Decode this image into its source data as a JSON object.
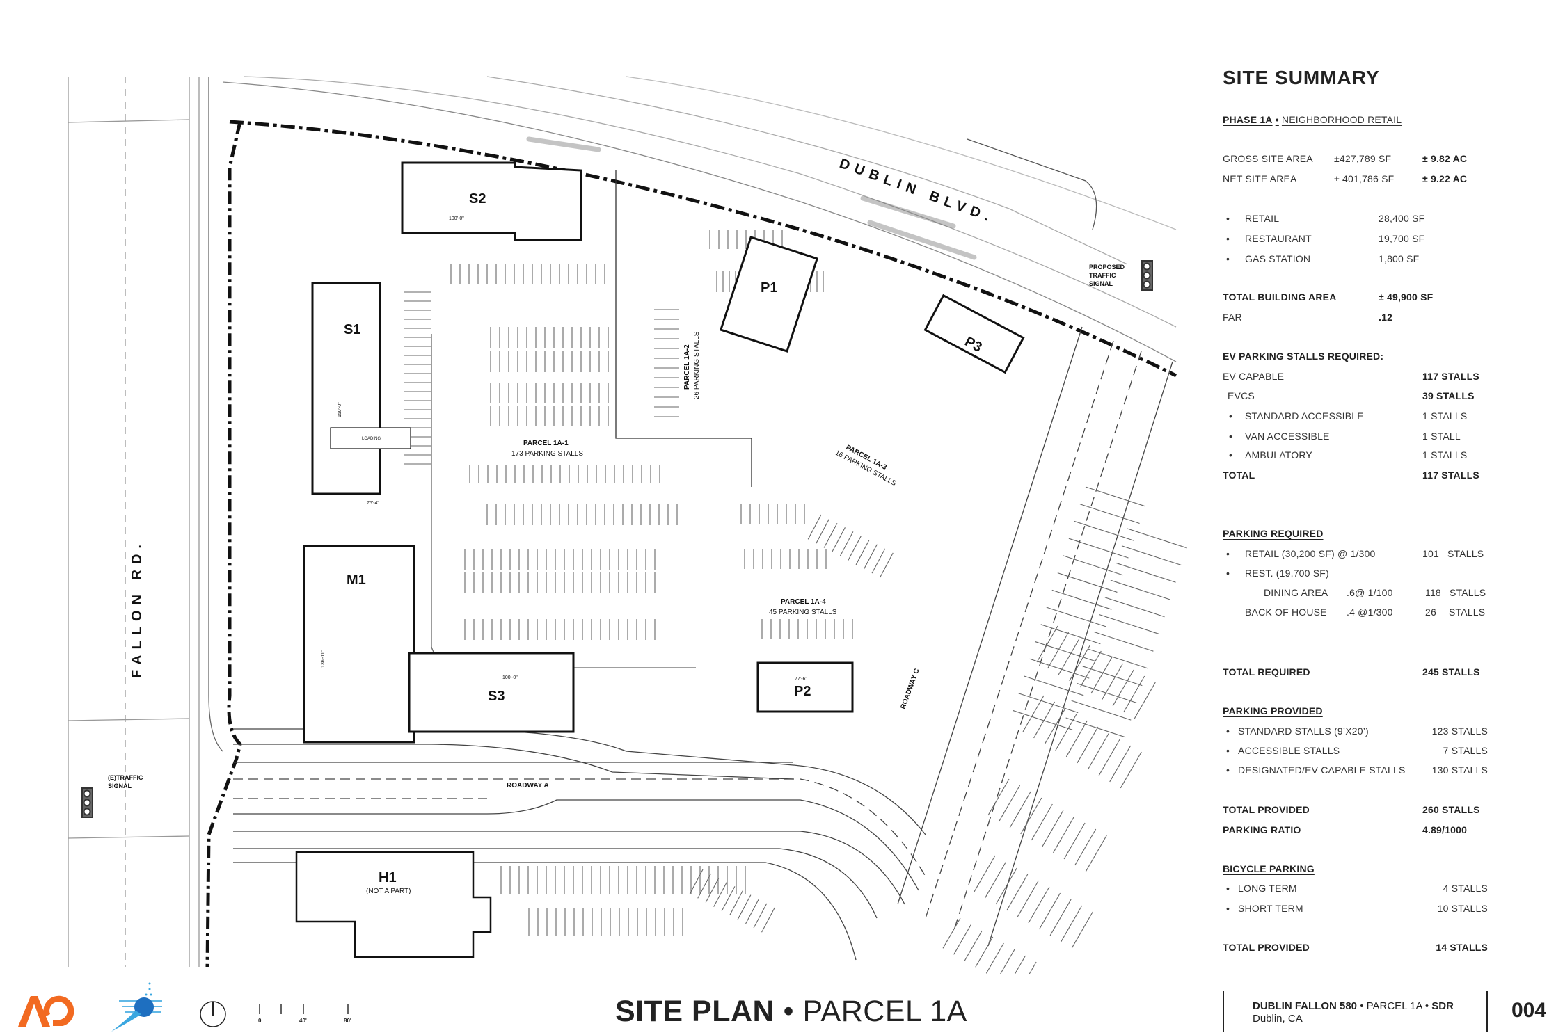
{
  "summary": {
    "title": "SITE SUMMARY",
    "phase": {
      "bold": "PHASE 1A",
      "sep": "•",
      "rest": "NEIGHBORHOOD RETAIL"
    },
    "areas": [
      {
        "label": "GROSS SITE AREA",
        "sf": "±427,789 SF",
        "ac": "± 9.82 AC"
      },
      {
        "label": "NET SITE AREA",
        "sf": "± 401,786 SF",
        "ac": "± 9.22 AC"
      }
    ],
    "uses": [
      {
        "label": "RETAIL",
        "value": "28,400 SF"
      },
      {
        "label": "RESTAURANT",
        "value": "19,700 SF"
      },
      {
        "label": "GAS STATION",
        "value": "1,800 SF"
      }
    ],
    "total_building": {
      "label": "TOTAL BUILDING AREA",
      "value": "± 49,900 SF"
    },
    "far": {
      "label": "FAR",
      "value": ".12"
    },
    "ev": {
      "heading": "EV PARKING STALLS REQUIRED:",
      "capable": {
        "label": "EV CAPABLE",
        "value": "117 STALLS"
      },
      "evcs": {
        "label": "EVCS",
        "value": "39 STALLS"
      },
      "items": [
        {
          "label": "STANDARD ACCESSIBLE",
          "value": "1 STALLS"
        },
        {
          "label": "VAN ACCESSIBLE",
          "value": "1 STALL"
        },
        {
          "label": "AMBULATORY",
          "value": "1 STALLS"
        }
      ],
      "total": {
        "label": "TOTAL",
        "value": "117 STALLS"
      }
    },
    "required": {
      "heading": "PARKING REQUIRED",
      "retail": {
        "label": "RETAIL (30,200 SF) @ 1/300",
        "count": "101",
        "unit": "STALLS"
      },
      "rest": {
        "label": "REST. (19,700 SF)"
      },
      "dining": {
        "label": "DINING AREA",
        "rate": ".6@ 1/100",
        "count": "118",
        "unit": "STALLS"
      },
      "boh": {
        "label": "BACK OF HOUSE",
        "rate": ".4 @1/300",
        "count": "26",
        "unit": "STALLS"
      },
      "total": {
        "label": "TOTAL REQUIRED",
        "value": "245 STALLS"
      }
    },
    "provided": {
      "heading": "PARKING PROVIDED",
      "items": [
        {
          "label": "STANDARD STALLS (9’X20’)",
          "value": "123 STALLS"
        },
        {
          "label": "ACCESSIBLE STALLS",
          "value": "7 STALLS"
        },
        {
          "label": "DESIGNATED/EV CAPABLE STALLS",
          "value": "130 STALLS"
        }
      ],
      "total": {
        "label": "TOTAL PROVIDED",
        "value": "260 STALLS"
      },
      "ratio": {
        "label": "PARKING RATIO",
        "value": "4.89/1000"
      }
    },
    "bicycle": {
      "heading": "BICYCLE PARKING",
      "items": [
        {
          "label": "LONG TERM",
          "value": "4 STALLS"
        },
        {
          "label": "SHORT TERM",
          "value": "10 STALLS"
        }
      ],
      "total": {
        "label": "TOTAL PROVIDED",
        "value": "14 STALLS"
      }
    },
    "bullet": "•"
  },
  "plan": {
    "streets": {
      "dublin": "DUBLIN BLVD.",
      "fallon": "FALLON RD.",
      "roadway_a": "ROADWAY A",
      "roadway_c": "ROADWAY C"
    },
    "buildings": {
      "s1": "S1",
      "s2": "S2",
      "s3": "S3",
      "m1": "M1",
      "p1": "P1",
      "p2": "P2",
      "p3": "P3",
      "h1": "H1",
      "h1_note": "(NOT A PART)"
    },
    "parcels": [
      {
        "name": "PARCEL 1A-1",
        "stalls": "173 PARKING STALLS"
      },
      {
        "name": "PARCEL 1A-2",
        "stalls": "26 PARKING STALLS"
      },
      {
        "name": "PARCEL 1A-3",
        "stalls": "16 PARKING STALLS"
      },
      {
        "name": "PARCEL 1A-4",
        "stalls": "45 PARKING STALLS"
      }
    ],
    "signals": {
      "proposed": [
        "PROPOSED",
        "TRAFFIC",
        "SIGNAL"
      ],
      "existing": [
        "(E)TRAFFIC",
        "SIGNAL"
      ]
    },
    "loading": "LOADING",
    "dims": {
      "s1_len": "150'-0\"",
      "s2_w": "100'-0\"",
      "s3_w": "100'-0\"",
      "m1_w": "75'-4\"",
      "m1_len": "136'-11\"",
      "p2_w": "77'-6\""
    }
  },
  "footer": {
    "logo_text": "AO",
    "title_bold": "SITE PLAN",
    "title_sep": "•",
    "title_rest": "PARCEL 1A",
    "scale": [
      "0",
      "40'",
      "80'"
    ],
    "project_bold": "DUBLIN FALLON 580",
    "project_mid": "PARCEL 1A",
    "project_end": "SDR",
    "sep": "•",
    "location": "Dublin, CA",
    "sheet": "004"
  },
  "colors": {
    "logo_orange": "#f26a21",
    "ink": "#222222",
    "line_gray": "#888888"
  }
}
